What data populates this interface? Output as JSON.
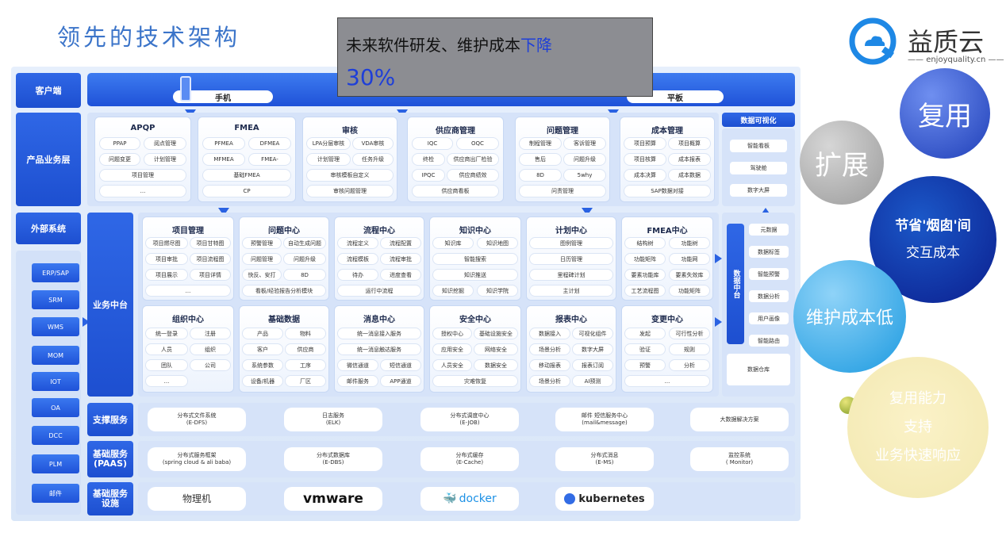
{
  "title": "领先的技术架构",
  "brand": {
    "name": "益质云",
    "domain": "enjoyquality.cn"
  },
  "callout": {
    "line1_prefix": "未来软件研发、维护成本",
    "line1_highlight": "下降",
    "line2": "30%"
  },
  "bubbles": {
    "reuse": "复用",
    "extend": "扩展",
    "save_line1": "节省'烟囱'间",
    "save_line2": "交互成本",
    "maintain": "维护成本低",
    "capability_line1": "复用能力",
    "capability_line2": "支持",
    "capability_line3": "业务快速响应"
  },
  "layers": {
    "client": "客户端",
    "product": "产品业务层",
    "external": "外部系统",
    "middle": "业务中台",
    "support": "支撑服务",
    "paas": "基础服务\n(PAAS)",
    "infra": "基础服务\n设施"
  },
  "clients": [
    "手机",
    "平板"
  ],
  "product_modules": [
    {
      "title": "APQP",
      "items": [
        "PPAP",
        "阅点管理",
        "问题变更",
        "计划管理",
        "项目管理",
        "..."
      ]
    },
    {
      "title": "FMEA",
      "items": [
        "PFMEA",
        "DFMEA",
        "MFMEA",
        "FMEA-",
        "基础FMEA",
        "CP"
      ]
    },
    {
      "title": "审核",
      "items": [
        "LPA分层审核",
        "VDA审核",
        "计划管理",
        "任务升级",
        "审核模板自定义",
        "审核问题管理"
      ]
    },
    {
      "title": "供应商管理",
      "items": [
        "IQC",
        "OQC",
        "终检",
        "供应商出厂检验",
        "IPQC",
        "供应商绩效",
        "供应商看板"
      ]
    },
    {
      "title": "问题管理",
      "items": [
        "制程管理",
        "客诉管理",
        "售后",
        "问题升级",
        "8D",
        "5why",
        "问责管理"
      ]
    },
    {
      "title": "成本管理",
      "items": [
        "项目预算",
        "项目概算",
        "项目核算",
        "成本报表",
        "成本决算",
        "成本数据",
        "SAP数据对接"
      ]
    }
  ],
  "visualization": {
    "title": "数据可视化",
    "items": [
      "智能看板",
      "驾驶舱",
      "数字大屏"
    ]
  },
  "external_systems": [
    "ERP/SAP",
    "SRM",
    "WMS",
    "MOM",
    "IOT",
    "OA",
    "DCC",
    "PLM",
    "邮件"
  ],
  "middle_row1": [
    {
      "title": "项目管理",
      "items": [
        "项目燃尽图",
        "项目甘特图",
        "项目审批",
        "项目流程图",
        "项目展示",
        "项目详情",
        "..."
      ]
    },
    {
      "title": "问题中心",
      "items": [
        "预警管理",
        "自动生成问题",
        "问题管理",
        "问题升级",
        "快反、安打",
        "8D",
        "看板/经验报告分析模块"
      ]
    },
    {
      "title": "流程中心",
      "items": [
        "流程定义",
        "流程配置",
        "流程模板",
        "流程审批",
        "待办",
        "进度查看",
        "运行中流程"
      ]
    },
    {
      "title": "知识中心",
      "items": [
        "知识库",
        "知识地图",
        "智能搜索",
        "知识推送",
        "知识挖掘",
        "知识学院"
      ]
    },
    {
      "title": "计划中心",
      "items": [
        "图例管理",
        "日历管理",
        "里程碑计划",
        "主计划"
      ]
    },
    {
      "title": "FMEA中心",
      "items": [
        "结构树",
        "功能树",
        "功能矩阵",
        "功能网",
        "要素功能库",
        "要素失效库",
        "工艺流程图",
        "功能矩阵"
      ]
    }
  ],
  "middle_row2": [
    {
      "title": "组织中心",
      "items": [
        "统一登录",
        "注册",
        "人员",
        "组织",
        "团队",
        "公司",
        "..."
      ]
    },
    {
      "title": "基础数据",
      "items": [
        "产品",
        "物料",
        "客户",
        "供应商",
        "系统参数",
        "工序",
        "设备/机器",
        "厂区"
      ]
    },
    {
      "title": "消息中心",
      "items": [
        "统一消息接入服务",
        "统一消息触达服务",
        "微信通道",
        "短信通道",
        "邮件服务",
        "APP通道"
      ]
    },
    {
      "title": "安全中心",
      "items": [
        "授权中心",
        "基础设施安全",
        "应用安全",
        "网络安全",
        "人员安全",
        "数据安全",
        "灾难恢复"
      ]
    },
    {
      "title": "报表中心",
      "items": [
        "数据接入",
        "可视化组件",
        "场景分析",
        "数字大屏",
        "移动报表",
        "报表订阅",
        "场景分析",
        "AI预测"
      ]
    },
    {
      "title": "变更中心",
      "items": [
        "发起",
        "可行性分析",
        "验证",
        "规则",
        "预警",
        "分析",
        "..."
      ]
    }
  ],
  "data_middle": {
    "title": "数据中台",
    "items": [
      "元数据",
      "数据标签",
      "智能预警",
      "数据分析",
      "用户画像",
      "智能路由"
    ],
    "warehouse": "数据仓库"
  },
  "support_services": [
    {
      "name": "分布式文件系统",
      "sub": "(E-DFS)"
    },
    {
      "name": "日志服务",
      "sub": "(ELK)"
    },
    {
      "name": "分布式调度中心",
      "sub": "(E-JOB)"
    },
    {
      "name": "邮件 短信服务中心",
      "sub": "(mail&message)"
    },
    {
      "name": "大数据解决方案",
      "sub": ""
    }
  ],
  "paas_services": [
    {
      "name": "分布式服务框架",
      "sub": "(spring cloud & ali baba)"
    },
    {
      "name": "分布式数据库",
      "sub": "(E-DBS)"
    },
    {
      "name": "分布式缓存",
      "sub": "(E-Cache)"
    },
    {
      "name": "分布式消息",
      "sub": "(E-MS)"
    },
    {
      "name": "监控系统",
      "sub": "( Monitor)"
    }
  ],
  "infra": [
    "物理机",
    "vmware",
    "docker",
    "kubernetes"
  ],
  "colors": {
    "primary": "#2a62e2",
    "title": "#3b74c9",
    "callout_bg": "#8c8d92"
  }
}
